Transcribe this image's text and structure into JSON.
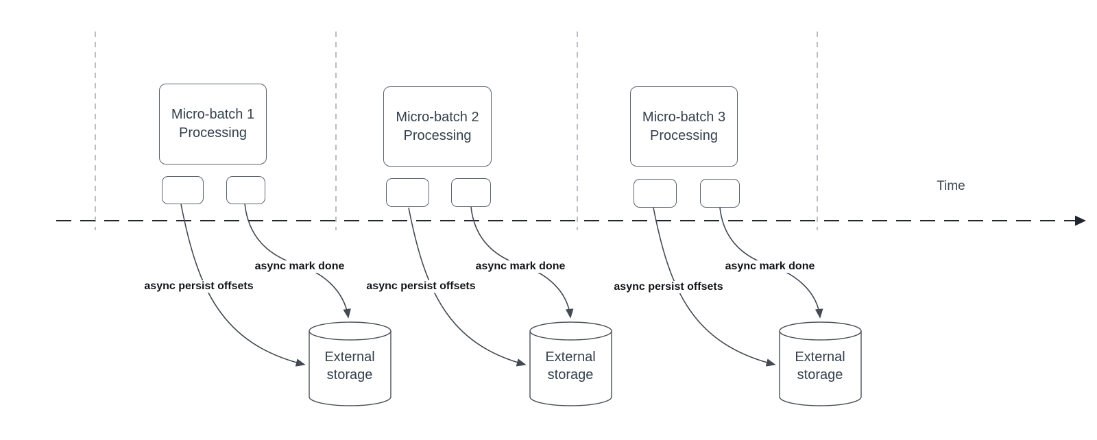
{
  "diagram": {
    "time_label": "Time",
    "batches": [
      {
        "title_line1": "Micro-batch 1",
        "title_line2": "Processing",
        "persist_label": "async persist offsets",
        "mark_done_label": "async mark done",
        "storage_line1": "External",
        "storage_line2": "storage"
      },
      {
        "title_line1": "Micro-batch 2",
        "title_line2": "Processing",
        "persist_label": "async persist offsets",
        "mark_done_label": "async mark done",
        "storage_line1": "External",
        "storage_line2": "storage"
      },
      {
        "title_line1": "Micro-batch 3",
        "title_line2": "Processing",
        "persist_label": "async persist offsets",
        "mark_done_label": "async mark done",
        "storage_line1": "External",
        "storage_line2": "storage"
      }
    ],
    "colors": {
      "time_axis": "#21262e",
      "guide_line": "#a9adb2",
      "shape_stroke": "#5a626b",
      "shape_text": "#33404d",
      "arrow_curve": "#434a54",
      "edge_label_text": "#111418"
    }
  }
}
